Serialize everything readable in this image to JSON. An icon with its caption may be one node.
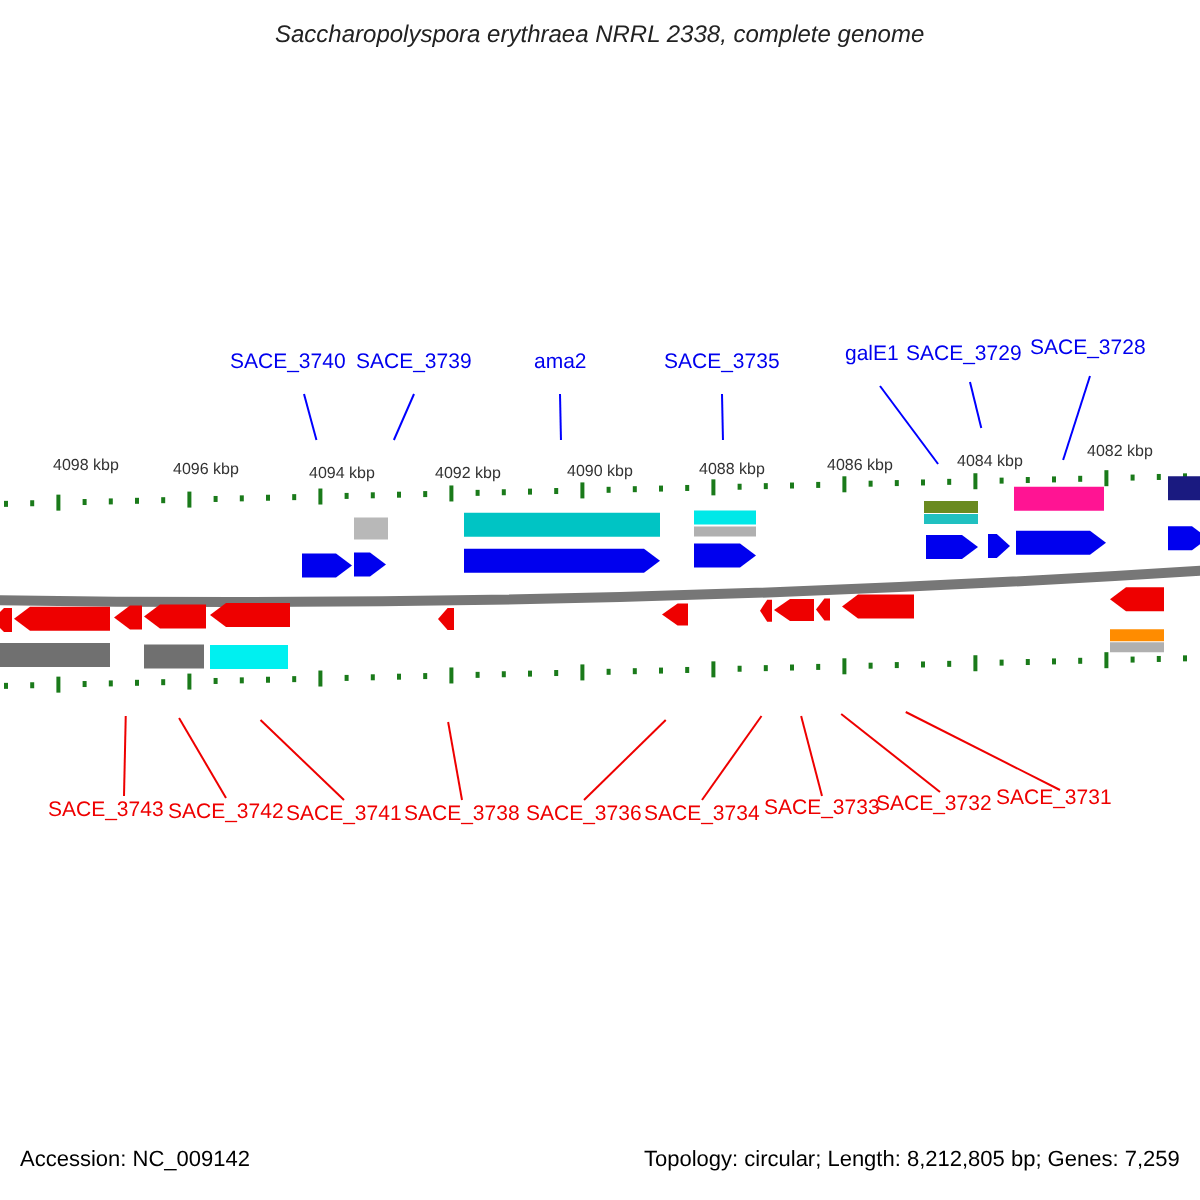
{
  "diagram": {
    "title": "Saccharopolyspora erythraea NRRL 2338, complete genome",
    "nodes": [
      {
        "text": [
          "SACE_3740"
        ]
      },
      {
        "text": [
          "SACE_3739"
        ]
      },
      {
        "text": [
          "ama2"
        ]
      },
      {
        "text": [
          "SACE_3735"
        ]
      },
      {
        "text": [
          "galE1"
        ]
      },
      {
        "text": [
          "SACE_3729"
        ]
      },
      {
        "text": [
          "SACE_3728"
        ]
      },
      {
        "text": [
          "SACE_3743"
        ]
      },
      {
        "text": [
          "SACE_3742"
        ]
      },
      {
        "text": [
          "SACE_3741"
        ]
      },
      {
        "text": [
          "SACE_3738"
        ]
      },
      {
        "text": [
          "SACE_3736"
        ]
      },
      {
        "text": [
          "SACE_3734"
        ]
      },
      {
        "text": [
          "SACE_3733"
        ]
      },
      {
        "text": [
          "SACE_3732"
        ]
      },
      {
        "text": [
          "SACE_3731"
        ]
      }
    ],
    "edges": [
      {
        "from": 0,
        "to": null,
        "arrow": "none",
        "color": "#0000ff"
      },
      {
        "from": 1,
        "to": null,
        "arrow": "none",
        "color": "#0000ff"
      },
      {
        "from": 2,
        "to": null,
        "arrow": "none",
        "color": "#0000ff"
      },
      {
        "from": 3,
        "to": null,
        "arrow": "none",
        "color": "#0000ff"
      },
      {
        "from": 4,
        "to": null,
        "arrow": "none",
        "color": "#0000ff"
      },
      {
        "from": 5,
        "to": null,
        "arrow": "none",
        "color": "#0000ff"
      },
      {
        "from": 6,
        "to": null,
        "arrow": "none",
        "color": "#0000ff"
      },
      {
        "from": 7,
        "to": null,
        "arrow": "none"
      },
      {
        "from": 8,
        "to": null,
        "arrow": "none"
      },
      {
        "from": 9,
        "to": null,
        "arrow": "none"
      },
      {
        "from": 10,
        "to": null,
        "arrow": "none"
      },
      {
        "from": 11,
        "to": null,
        "arrow": "none"
      },
      {
        "from": 12,
        "to": null,
        "arrow": "none"
      },
      {
        "from": 13,
        "to": null,
        "arrow": "none"
      },
      {
        "from": 14,
        "to": null,
        "arrow": "none"
      },
      {
        "from": 15,
        "to": null,
        "arrow": "none"
      }
    ],
    "labels": [
      "4098 kbp",
      "4096 kbp",
      "4094 kbp",
      "4092 kbp",
      "4090 kbp",
      "4088 kbp",
      "4086 kbp",
      "4084 kbp",
      "4082 kbp",
      "Accession: NC_009142",
      "Topology: circular; Length: 8,212,805 bp; Genes: 7,259"
    ]
  }
}
